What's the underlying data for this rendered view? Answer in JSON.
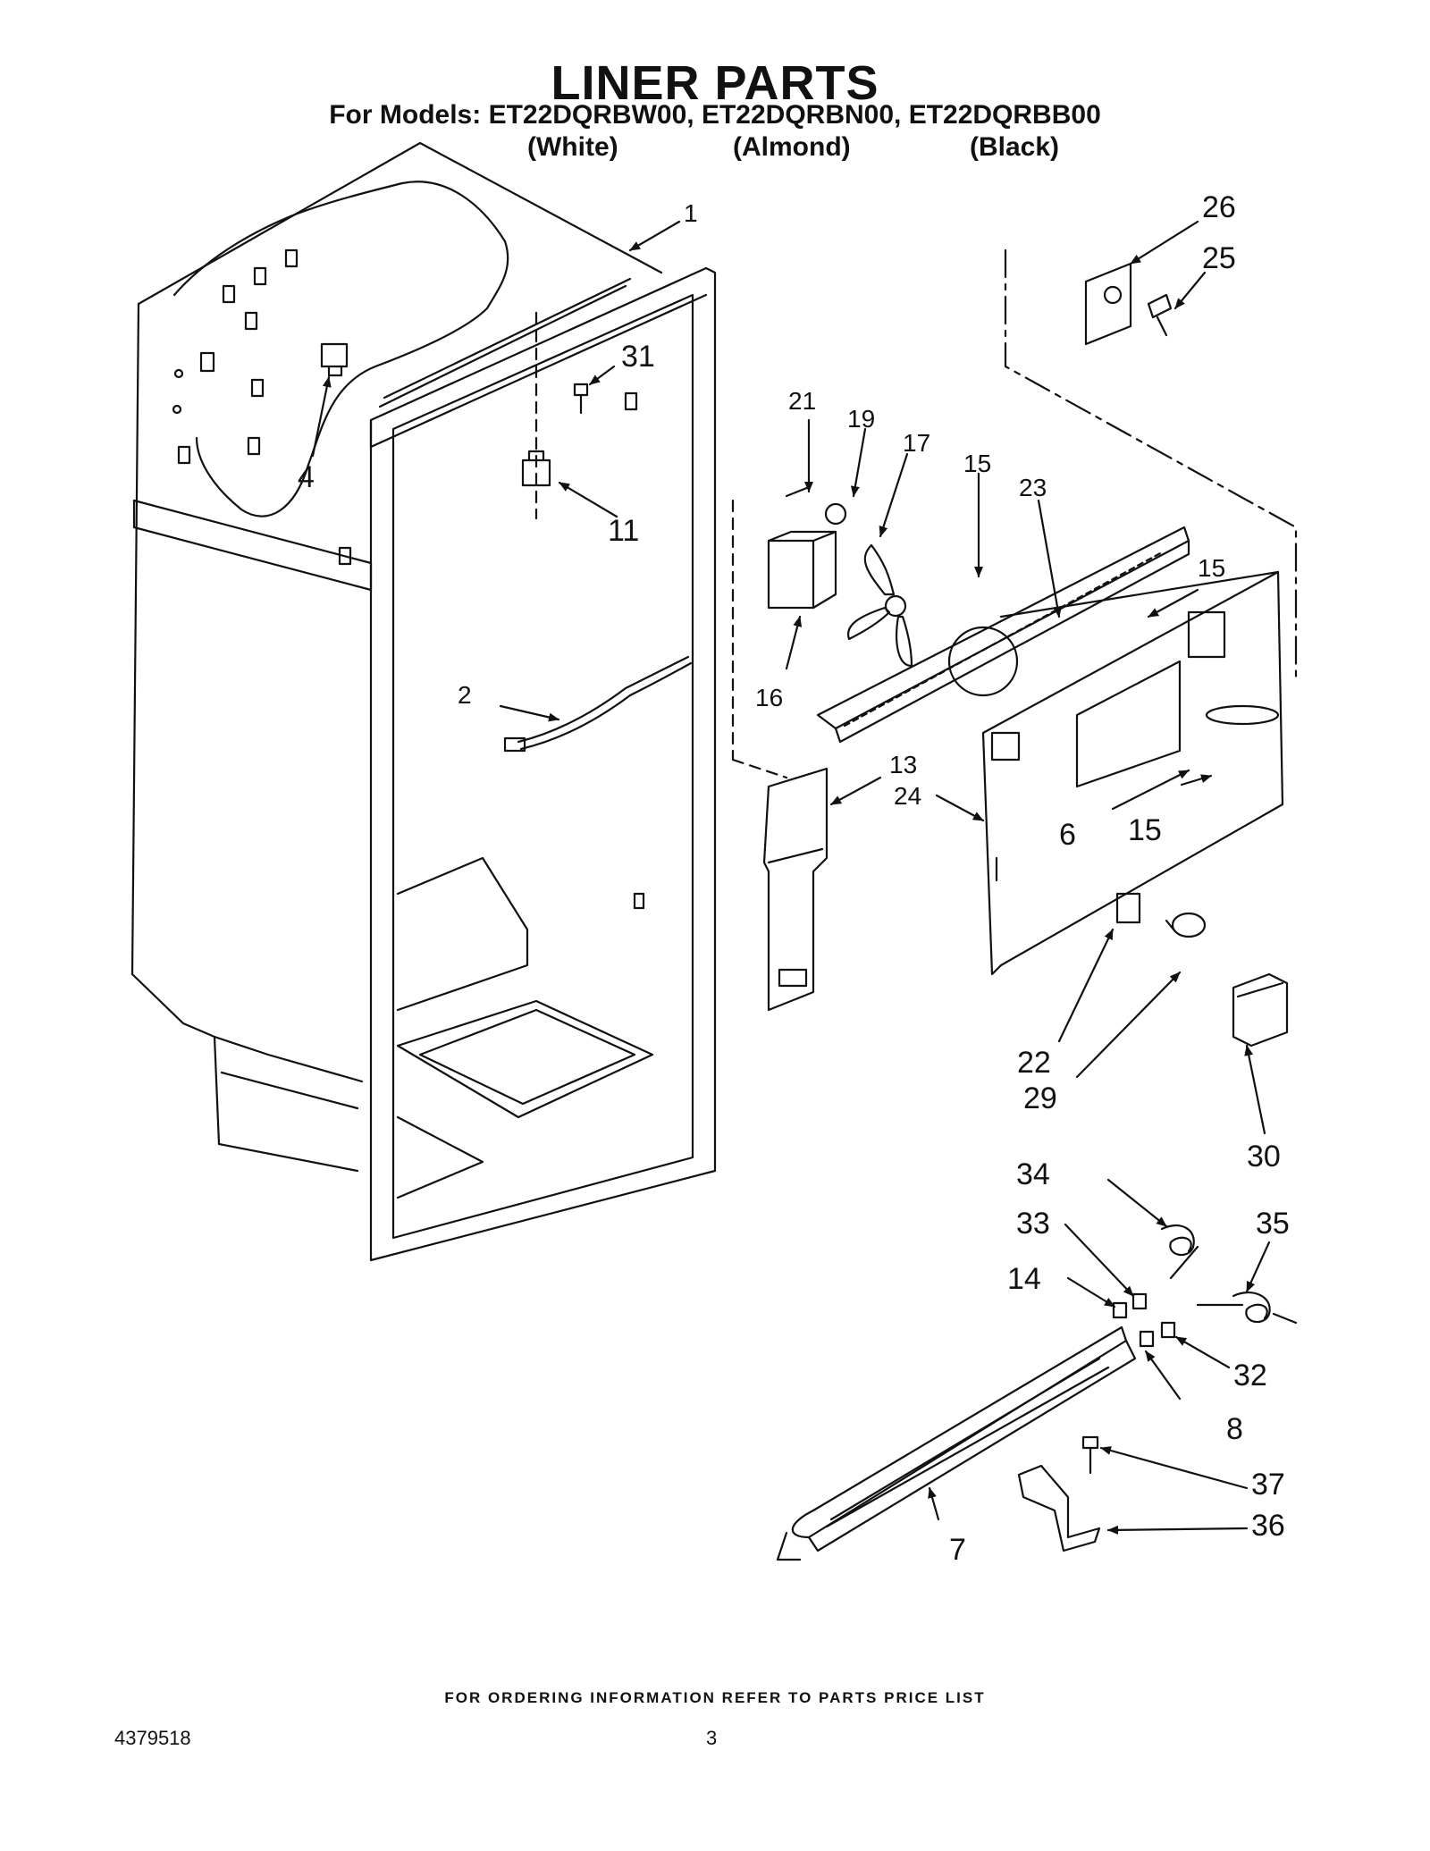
{
  "header": {
    "title": "LINER PARTS",
    "models_line": "For Models:  ET22DQRBW00, ET22DQRBN00, ET22DQRBB00",
    "color_white": "(White)",
    "color_almond": "(Almond)",
    "color_black": "(Black)"
  },
  "callouts": {
    "p1": "1",
    "p2": "2",
    "p4": "4",
    "p6": "6",
    "p7": "7",
    "p8": "8",
    "p11": "11",
    "p13": "13",
    "p14": "14",
    "p15a": "15",
    "p15b": "15",
    "p15c": "15",
    "p16": "16",
    "p17": "17",
    "p19": "19",
    "p21": "21",
    "p22": "22",
    "p23": "23",
    "p24": "24",
    "p25": "25",
    "p26": "26",
    "p29": "29",
    "p30": "30",
    "p31": "31",
    "p32": "32",
    "p33": "33",
    "p34": "34",
    "p35": "35",
    "p36": "36",
    "p37": "37"
  },
  "footer": {
    "note": "FOR ORDERING INFORMATION REFER TO PARTS PRICE LIST",
    "doc_number": "4379518",
    "page_number": "3"
  }
}
